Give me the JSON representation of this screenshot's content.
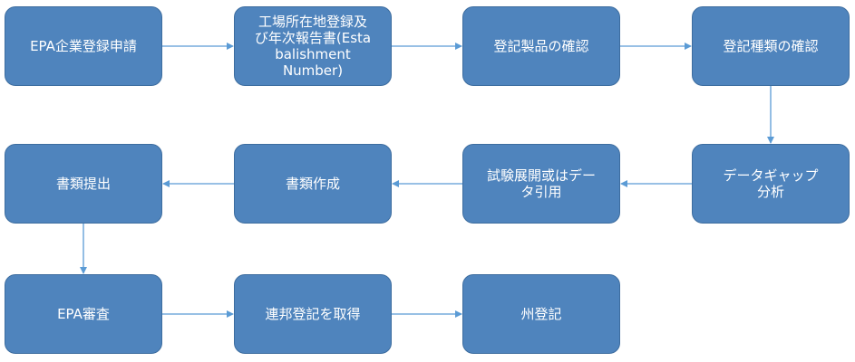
{
  "diagram": {
    "colors": {
      "box_fill": "#4f84bd",
      "box_border": "#3d6d9f",
      "arrow": "#5b9bd5",
      "text": "#ffffff"
    },
    "steps": [
      {
        "label": "EPA企業登録申請"
      },
      {
        "label": "工場所在地登録及\nび年次報告書(Esta\nbalishment\nNumber)"
      },
      {
        "label": "登記製品の確認"
      },
      {
        "label": "登記種類の確認"
      },
      {
        "label": "データギャップ\n分析"
      },
      {
        "label": "試験展開或はデー\nタ引用"
      },
      {
        "label": "書類作成"
      },
      {
        "label": "書類提出"
      },
      {
        "label": "EPA審査"
      },
      {
        "label": "連邦登記を取得"
      },
      {
        "label": "州登記"
      }
    ],
    "connections": [
      {
        "from": 1,
        "to": 2
      },
      {
        "from": 2,
        "to": 3
      },
      {
        "from": 3,
        "to": 4
      },
      {
        "from": 4,
        "to": 5
      },
      {
        "from": 5,
        "to": 6
      },
      {
        "from": 6,
        "to": 7
      },
      {
        "from": 7,
        "to": 8
      },
      {
        "from": 8,
        "to": 9
      },
      {
        "from": 9,
        "to": 10
      },
      {
        "from": 10,
        "to": 11
      }
    ]
  }
}
